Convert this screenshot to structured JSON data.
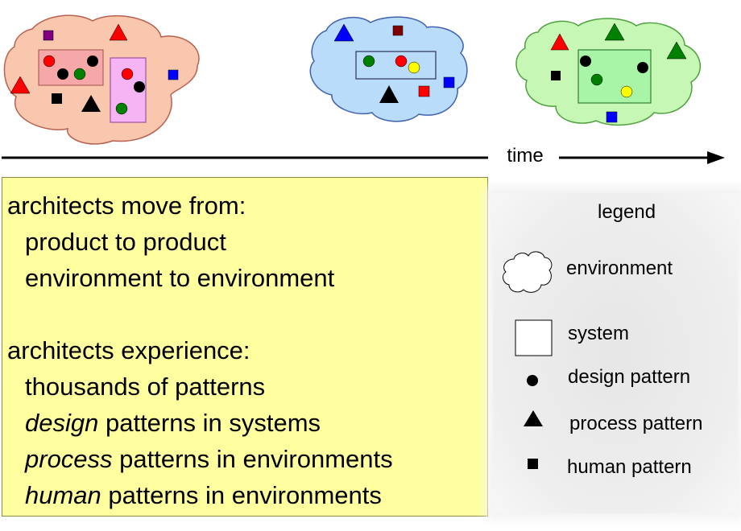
{
  "timeline": {
    "label": "time"
  },
  "textbox": {
    "lines": [
      {
        "parts": [
          {
            "text": "architects move from:",
            "italic": false
          }
        ]
      },
      {
        "parts": [
          {
            "text": "product to product",
            "italic": false
          }
        ]
      },
      {
        "parts": [
          {
            "text": "environment to environment",
            "italic": false
          }
        ]
      },
      {
        "parts": [
          {
            "text": "architects experience:",
            "italic": false
          }
        ]
      },
      {
        "parts": [
          {
            "text": "thousands of patterns",
            "italic": false
          }
        ]
      },
      {
        "parts": [
          {
            "text": "design",
            "italic": true
          },
          {
            "text": " patterns in systems",
            "italic": false
          }
        ]
      },
      {
        "parts": [
          {
            "text": "process",
            "italic": true
          },
          {
            "text": " patterns in environments",
            "italic": false
          }
        ]
      },
      {
        "parts": [
          {
            "text": "human",
            "italic": true
          },
          {
            "text": " patterns in environments",
            "italic": false
          }
        ]
      }
    ]
  },
  "legend": {
    "title": "legend",
    "items": [
      {
        "icon": "cloud-icon",
        "label": "environment"
      },
      {
        "icon": "square-outline-icon",
        "label": "system"
      },
      {
        "icon": "circle-icon",
        "label": "design pattern"
      },
      {
        "icon": "triangle-icon",
        "label": "process pattern"
      },
      {
        "icon": "square-icon",
        "label": "human pattern"
      }
    ]
  },
  "colors": {
    "env1_fill": "#f9c6ae",
    "env2_fill": "#b9dcfb",
    "env3_fill": "#c6f7b4",
    "sys1_fill": "#f6a8a8",
    "sys2_fill": "#f5b5f5",
    "sys3_fill": "#a8f5a8",
    "red": "#ff0000",
    "green": "#008000",
    "blue": "#0000ff",
    "black": "#000000",
    "yellow": "#ffff00",
    "purple": "#800080",
    "maroon": "#800000",
    "textbox_fill": "#ffffa0"
  }
}
